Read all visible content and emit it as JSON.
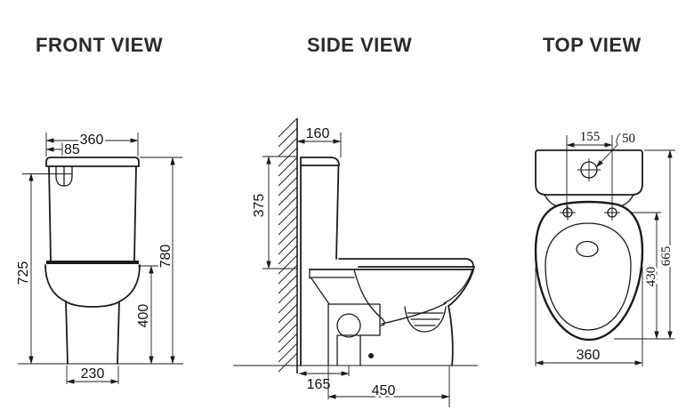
{
  "colors": {
    "background": "#ffffff",
    "line": "#1b1b1b",
    "title_text": "#2a2a2a"
  },
  "views": {
    "front": {
      "title": "FRONT VIEW",
      "dimensions": {
        "tank_width": "360",
        "button_offset": "85",
        "height_to_button": "725",
        "overall_height": "780",
        "bowl_height": "400",
        "base_width": "230"
      }
    },
    "side": {
      "title": "SIDE VIEW",
      "dimensions": {
        "tank_depth": "160",
        "tank_height": "375",
        "outlet_setout": "165",
        "base_depth": "450"
      }
    },
    "top": {
      "title": "TOP VIEW",
      "dimensions": {
        "hinge_centres": "155",
        "button_diameter": "50",
        "seat_opening_length": "430",
        "overall_depth": "665",
        "overall_width": "360"
      }
    }
  }
}
